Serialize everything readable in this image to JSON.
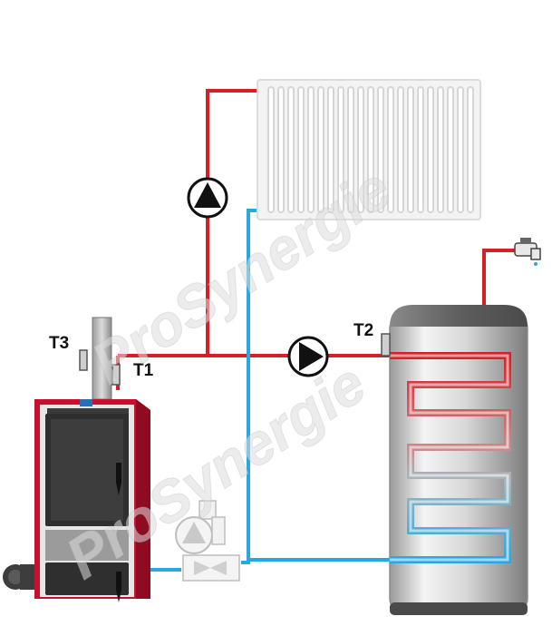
{
  "labels": {
    "t1": "T1",
    "t2": "T2",
    "t3": "T3"
  },
  "watermark": "ProSynergie",
  "colors": {
    "hot_pipe": "#d61f26",
    "cold_pipe": "#29a8e0",
    "boiler_red": "#c8102e",
    "boiler_dark": "#333333",
    "tank_silver": "#c9c9c9"
  },
  "icons": [
    "radiator-icon",
    "pump-icon",
    "hot-water-tank-icon",
    "boiler-icon",
    "mixing-valve-icon",
    "faucet-icon",
    "temperature-sensor-icon",
    "chimney-icon"
  ]
}
